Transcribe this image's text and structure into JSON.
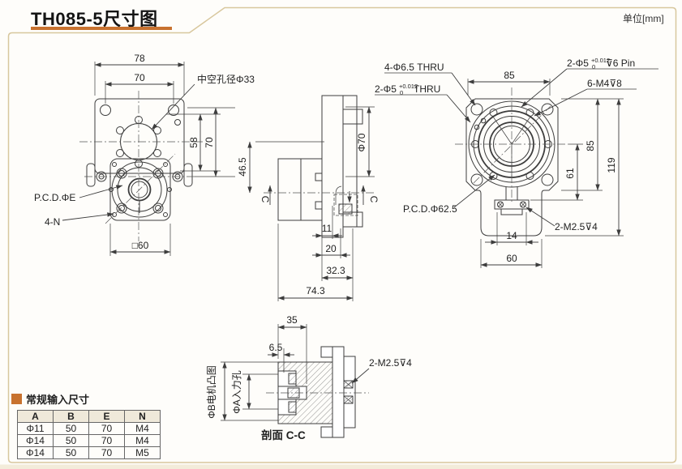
{
  "header": {
    "title": "TH085-5尺寸图",
    "unit": "单位[mm]"
  },
  "colors": {
    "accent_orange": "#c8722f",
    "border_tan": "#d8c79d",
    "line": "#3d3d3d"
  },
  "front_view": {
    "dim_width_outer": "78",
    "dim_width_inner": "70",
    "hollow_bore_label": "中空孔径Φ33",
    "dim_height_inner": "58",
    "dim_height_outer": "70",
    "pcd_label": "P.C.D.ΦE",
    "corner_tap_label": "4-N",
    "dim_square": "□60"
  },
  "side_view": {
    "dim_46_5": "46.5",
    "dim_phi70": "Φ70",
    "section_mark_left": "C",
    "section_mark_right": "C",
    "dim_11": "11",
    "dim_20": "20",
    "dim_32_3": "32.3",
    "dim_74_3": "74.3"
  },
  "back_view": {
    "corner_thru_label": "4-Φ6.5 THRU",
    "pin_thru": {
      "prefix": "2-Φ5",
      "tol_sup": "+0.012",
      "tol_sub": "0",
      "suffix": "THRU"
    },
    "pin_blind": {
      "prefix": "2-Φ5",
      "tol_sup": "+0.012",
      "tol_sub": "0",
      "suffix": "⊽6 Pin"
    },
    "m4_label": "6-M4⊽8",
    "dim_85_top": "85",
    "dim_85_right": "85",
    "dim_61": "61",
    "dim_119": "119",
    "pcd_label": "P.C.D.Φ62.5",
    "dim_14": "14",
    "dim_60": "60",
    "m25_label": "2-M2.5⊽4"
  },
  "section_view": {
    "dim_35": "35",
    "dim_6_5": "6.5",
    "motor_boss_label": "ΦB电机凸图",
    "input_hole_label": "ΦA入力孔",
    "m25_label": "2-M2.5⊽4",
    "caption": "剖面 C-C"
  },
  "table": {
    "title": "常规输入尺寸",
    "headers": [
      "A",
      "B",
      "E",
      "N"
    ],
    "rows": [
      [
        "Φ11",
        "50",
        "70",
        "M4"
      ],
      [
        "Φ14",
        "50",
        "70",
        "M4"
      ],
      [
        "Φ14",
        "50",
        "70",
        "M5"
      ]
    ]
  }
}
